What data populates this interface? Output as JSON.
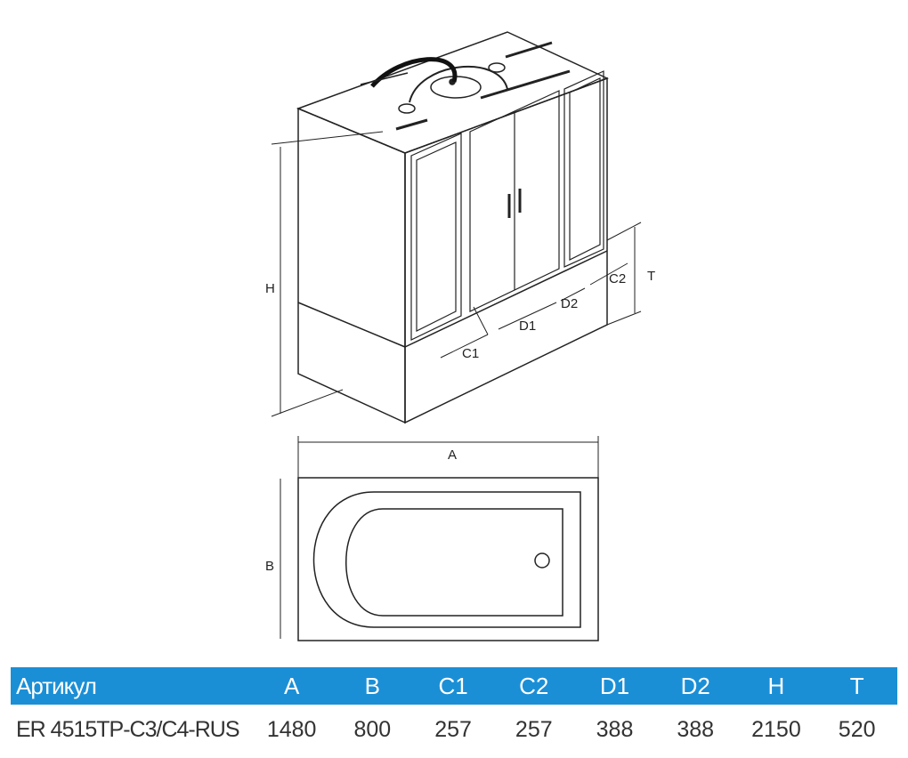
{
  "diagram": {
    "labels": {
      "H": "H",
      "T": "T",
      "A": "A",
      "B": "B",
      "C1": "C1",
      "C2": "C2",
      "D1": "D1",
      "D2": "D2"
    }
  },
  "table": {
    "headers": [
      "Артикул",
      "A",
      "B",
      "C1",
      "C2",
      "D1",
      "D2",
      "H",
      "T"
    ],
    "rows": [
      [
        "ER 4515TP-C3/C4-RUS",
        "1480",
        "800",
        "257",
        "257",
        "388",
        "388",
        "2150",
        "520"
      ]
    ],
    "header_color": "#1b8fd6"
  }
}
